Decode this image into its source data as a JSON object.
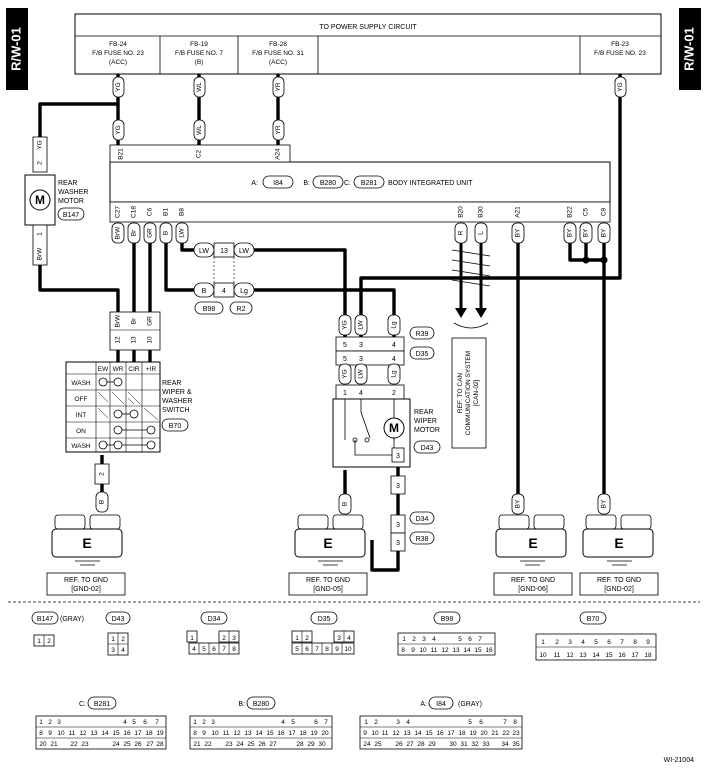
{
  "page_tag": "R/W-01",
  "power_box": {
    "title": "TO POWER SUPPLY CIRCUIT",
    "fuses": [
      {
        "line1": "FB-24",
        "line2": "F/B FUSE NO. 23",
        "line3": "(ACC)"
      },
      {
        "line1": "FB-19",
        "line2": "F/B FUSE NO. 7",
        "line3": "(B)"
      },
      {
        "line1": "FB-28",
        "line2": "F/B FUSE NO. 31",
        "line3": "(ACC)"
      },
      {
        "line1": "FB-23",
        "line2": "F/B FUSE NO. 23",
        "line3": ""
      }
    ]
  },
  "bcm": {
    "label": "BODY INTEGRATED UNIT",
    "conn_a_prefix": "A:",
    "conn_a": "I84",
    "conn_b_prefix": "B:",
    "conn_b": "B280",
    "conn_c_prefix": "C:",
    "conn_c": "B281",
    "top_pins": [
      "B21",
      "C2",
      "A24"
    ],
    "bottom_pins": [
      "C27",
      "C18",
      "C6",
      "B1",
      "B8",
      "B20",
      "B30",
      "A21",
      "B22",
      "C5",
      "C9"
    ]
  },
  "wire_colors": {
    "top": [
      "YG",
      "WL",
      "YR",
      "YG"
    ],
    "bottom": [
      "BrW",
      "Br",
      "GR",
      "B",
      "LW",
      "R",
      "L",
      "BY",
      "BY",
      "BY",
      "BY"
    ]
  },
  "rear_washer_motor": {
    "line1": "REAR",
    "line2": "WASHER",
    "line3": "MOTOR",
    "connector": "B147",
    "pin_top": "2",
    "pin_bottom": "1",
    "wire_top": "YG",
    "wire_bottom": "BrW",
    "symbol": "M"
  },
  "b98": {
    "connector": "B98",
    "r2": "R2",
    "pin_a": "13",
    "pin_b": "4",
    "left_a": "LW",
    "right_a": "LW",
    "left_b": "B",
    "right_b": "Lg"
  },
  "switch": {
    "label_lines": [
      "REAR",
      "WIPER &",
      "WASHER",
      "SWITCH"
    ],
    "connector": "B70",
    "columns": [
      "EW",
      "WR",
      "CIR",
      "+IR"
    ],
    "rows": [
      "WASH",
      "OFF",
      "INT",
      "ON",
      "WASH"
    ],
    "pins": [
      "12",
      "13",
      "10"
    ],
    "wires": [
      "BrW",
      "Br",
      "GR"
    ],
    "bottom_pin": "2",
    "bottom_wire": "B"
  },
  "r39": {
    "connector": "R39",
    "d35": "D35",
    "pins": [
      "5",
      "3",
      "4"
    ],
    "wires": [
      "YG",
      "LW",
      "Lg"
    ]
  },
  "rear_wiper_motor": {
    "line1": "REAR",
    "line2": "WIPER",
    "line3": "MOTOR",
    "connector": "D43",
    "symbol": "M",
    "pins": [
      "1",
      "4",
      "2"
    ],
    "wires": [
      "YG",
      "LW",
      "Lg"
    ],
    "bottom_pin": "3"
  },
  "d34": {
    "connector": "D34",
    "r38": "R38",
    "pin_top": "3",
    "pin_bottom": "3"
  },
  "can_ref": {
    "line1": "REF. TO CAN",
    "line2": "COMMUNICATION SYSTEM",
    "line3": "[CAN-02]"
  },
  "grounds": [
    {
      "symbol": "E",
      "wire": "B",
      "line1": "REF. TO GND",
      "line2": "[GND-02]"
    },
    {
      "symbol": "E",
      "wire": "B",
      "line1": "REF. TO GND",
      "line2": "[GND-05]"
    },
    {
      "symbol": "E",
      "wire": "BY",
      "line1": "REF. TO GND",
      "line2": "[GND-06]"
    },
    {
      "symbol": "E",
      "wire": "BY",
      "line1": "REF. TO GND",
      "line2": "[GND-02]"
    }
  ],
  "connector_views": {
    "b147": {
      "name": "B147",
      "note": "(GRAY)",
      "rows": [
        [
          "1",
          "2"
        ]
      ]
    },
    "d43": {
      "name": "D43",
      "rows": [
        [
          "1",
          "2"
        ],
        [
          "3",
          "4"
        ]
      ]
    },
    "d34": {
      "name": "D34",
      "rows": [
        [
          "1",
          "",
          "2",
          "3"
        ],
        [
          "4",
          "5",
          "6",
          "7",
          "8"
        ]
      ]
    },
    "d35": {
      "name": "D35",
      "rows": [
        [
          "1",
          "2",
          "",
          "3",
          "4"
        ],
        [
          "5",
          "6",
          "7",
          "8",
          "9",
          "10"
        ]
      ]
    },
    "b98": {
      "name": "B98",
      "rows": [
        [
          "1",
          "2",
          "3",
          "4",
          "5",
          "6",
          "7"
        ],
        [
          "8",
          "9",
          "10",
          "11",
          "12",
          "13",
          "14",
          "15",
          "16"
        ]
      ]
    },
    "b70": {
      "name": "B70",
      "rows": [
        [
          "1",
          "2",
          "3",
          "4",
          "5",
          "6",
          "7",
          "8",
          "9"
        ],
        [
          "10",
          "11",
          "12",
          "13",
          "14",
          "15",
          "16",
          "17",
          "18"
        ]
      ]
    },
    "b281": {
      "prefix": "C:",
      "name": "B281",
      "rows": [
        [
          "1",
          "2",
          "3",
          "",
          "",
          "",
          "",
          "",
          "",
          "",
          "",
          "4",
          "5",
          "6",
          "7"
        ],
        [
          "8",
          "9",
          "10",
          "11",
          "12",
          "13",
          "14",
          "15",
          "16",
          "17",
          "18",
          "19"
        ],
        [
          "20",
          "21",
          "",
          "",
          "22",
          "23",
          "",
          "",
          "",
          "24",
          "25",
          "26",
          "",
          "27",
          "28"
        ]
      ]
    },
    "b280": {
      "prefix": "B:",
      "name": "B280",
      "rows": [
        [
          "1",
          "2",
          "3",
          "",
          "",
          "",
          "",
          "4",
          "5",
          "",
          "",
          "6",
          "7"
        ],
        [
          "8",
          "9",
          "10",
          "11",
          "12",
          "13",
          "14",
          "15",
          "16",
          "17",
          "18",
          "19",
          "20"
        ],
        [
          "21",
          "22",
          "",
          "23",
          "24",
          "25",
          "26",
          "27",
          "28",
          "29",
          "30"
        ]
      ]
    },
    "i84": {
      "prefix": "A:",
      "name": "I84",
      "note": "(GRAY)",
      "rows": [
        [
          "1",
          "2",
          "",
          "3",
          "4",
          "",
          "",
          "",
          "",
          "5",
          "6",
          "",
          "7",
          "8"
        ],
        [
          "9",
          "10",
          "11",
          "12",
          "13",
          "14",
          "15",
          "16",
          "17",
          "18",
          "19",
          "20",
          "21",
          "22",
          "23"
        ],
        [
          "24",
          "25",
          "",
          "26",
          "27",
          "28",
          "29",
          "",
          "30",
          "31",
          "32",
          "33",
          "",
          "34",
          "35"
        ]
      ]
    }
  },
  "figure_id": "WI-21004"
}
